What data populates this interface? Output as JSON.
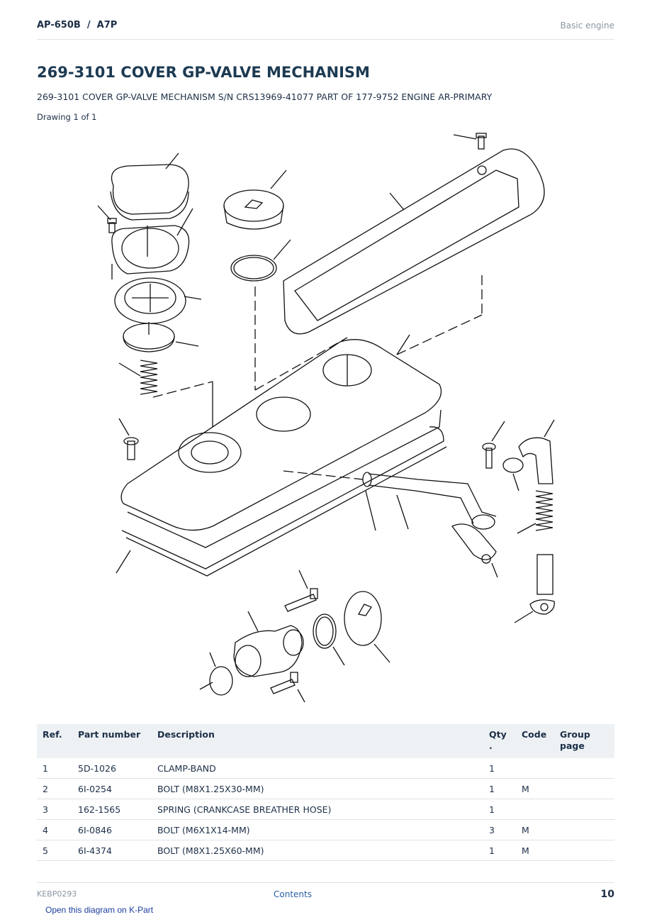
{
  "header": {
    "model": "AP-650B  /  A7P",
    "section": "Basic engine"
  },
  "title": "269-3101 COVER GP-VALVE MECHANISM",
  "subtitle": "269-3101 COVER GP-VALVE MECHANISM S/N CRS13969-41077 PART OF 177-9752 ENGINE AR-PRIMARY",
  "drawing_label": "Drawing 1 of 1",
  "table": {
    "headers": {
      "ref": "Ref.",
      "part": "Part number",
      "desc": "Description",
      "qty": "Qty .",
      "code": "Code",
      "group": "Group page"
    },
    "rows": [
      {
        "ref": "1",
        "part": "5D-1026",
        "desc": "CLAMP-BAND",
        "qty": "1",
        "code": ""
      },
      {
        "ref": "2",
        "part": "6I-0254",
        "desc": "BOLT (M8X1.25X30-MM)",
        "qty": "1",
        "code": "M"
      },
      {
        "ref": "3",
        "part": "162-1565",
        "desc": "SPRING (CRANKCASE BREATHER HOSE)",
        "qty": "1",
        "code": ""
      },
      {
        "ref": "4",
        "part": "6I-0846",
        "desc": "BOLT (M6X1X14-MM)",
        "qty": "3",
        "code": "M"
      },
      {
        "ref": "5",
        "part": "6I-4374",
        "desc": "BOLT (M8X1.25X60-MM)",
        "qty": "1",
        "code": "M"
      }
    ]
  },
  "footer": {
    "doc_code": "KEBP0293",
    "contents_link": "Contents",
    "page_number": "10",
    "kpart_link": "Open this diagram on K-Part"
  }
}
